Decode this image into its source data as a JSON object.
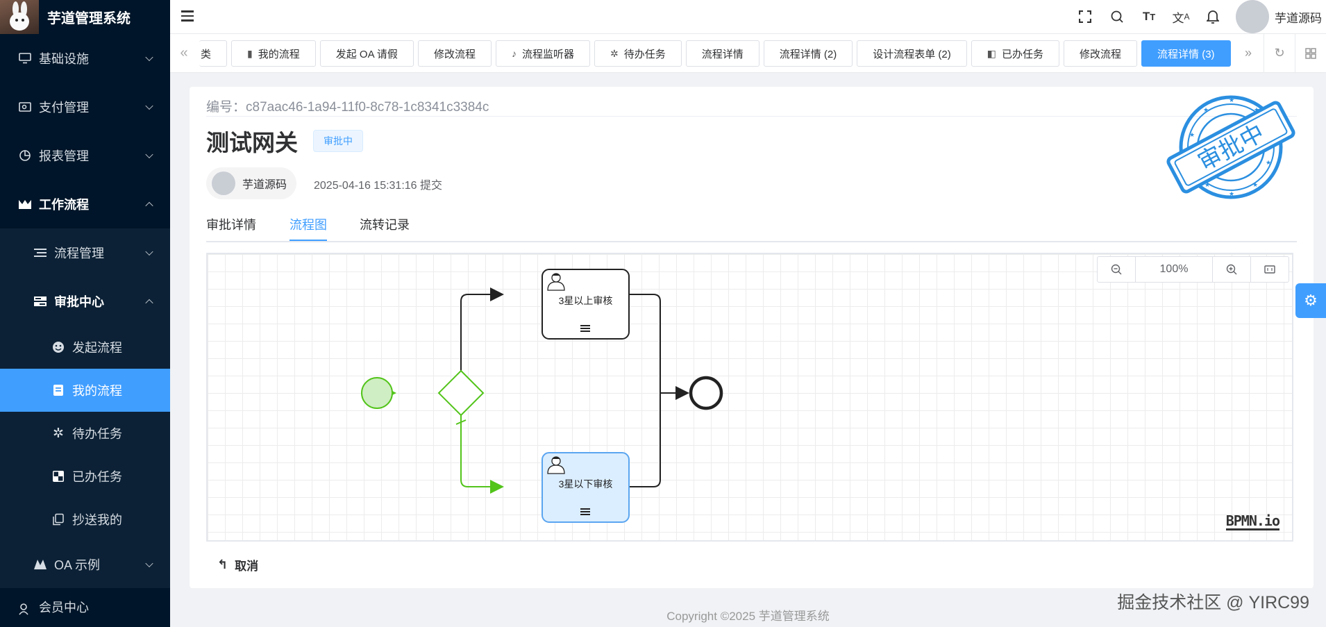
{
  "app": {
    "title": "芋道管理系统"
  },
  "sidebar": {
    "items": [
      {
        "label": "基础设施",
        "icon": "monitor-icon"
      },
      {
        "label": "支付管理",
        "icon": "payment-icon"
      },
      {
        "label": "报表管理",
        "icon": "pie-chart-icon"
      },
      {
        "label": "工作流程",
        "icon": "workflow-icon"
      },
      {
        "label": "流程管理",
        "icon": "list-icon"
      },
      {
        "label": "审批中心",
        "icon": "approval-icon"
      },
      {
        "label": "发起流程",
        "icon": "smile-icon"
      },
      {
        "label": "我的流程",
        "icon": "book-icon"
      },
      {
        "label": "待办任务",
        "icon": "gear-icon"
      },
      {
        "label": "已办任务",
        "icon": "checker-icon"
      },
      {
        "label": "抄送我的",
        "icon": "copy-icon"
      },
      {
        "label": "OA 示例",
        "icon": "oa-icon"
      },
      {
        "label": "会员中心",
        "icon": "member-icon"
      }
    ]
  },
  "header": {
    "user_name": "芋道源码"
  },
  "tags": [
    {
      "label": "类"
    },
    {
      "label": "我的流程"
    },
    {
      "label": "发起 OA 请假"
    },
    {
      "label": "修改流程"
    },
    {
      "label": "流程监听器"
    },
    {
      "label": "待办任务"
    },
    {
      "label": "流程详情"
    },
    {
      "label": "流程详情 (2)"
    },
    {
      "label": "设计流程表单 (2)"
    },
    {
      "label": "已办任务"
    },
    {
      "label": "修改流程"
    },
    {
      "label": "流程详情 (3)"
    }
  ],
  "detail": {
    "serial": "编号：c87aac46-1a94-11f0-8c78-1c8341c3384c",
    "title": "测试网关",
    "status": "审批中",
    "starter": "芋道源码",
    "submit_time": "2025-04-16 15:31:16 提交",
    "stamp_text": "审批中",
    "tabs": [
      "审批详情",
      "流程图",
      "流转记录"
    ],
    "cancel_label": "取消"
  },
  "diagram": {
    "zoom": "100%",
    "task_upper": "3星以上审核",
    "task_lower": "3星以下审核",
    "brand": "BPMN.io",
    "colors": {
      "done": "#52c41a",
      "active_fill": "#dbeeff",
      "active_border": "#5aa5f0",
      "pending": "#222222"
    }
  },
  "footer": {
    "copyright": "Copyright ©2025 芋道管理系统"
  },
  "watermark": "掘金技术社区 @ YIRC99"
}
